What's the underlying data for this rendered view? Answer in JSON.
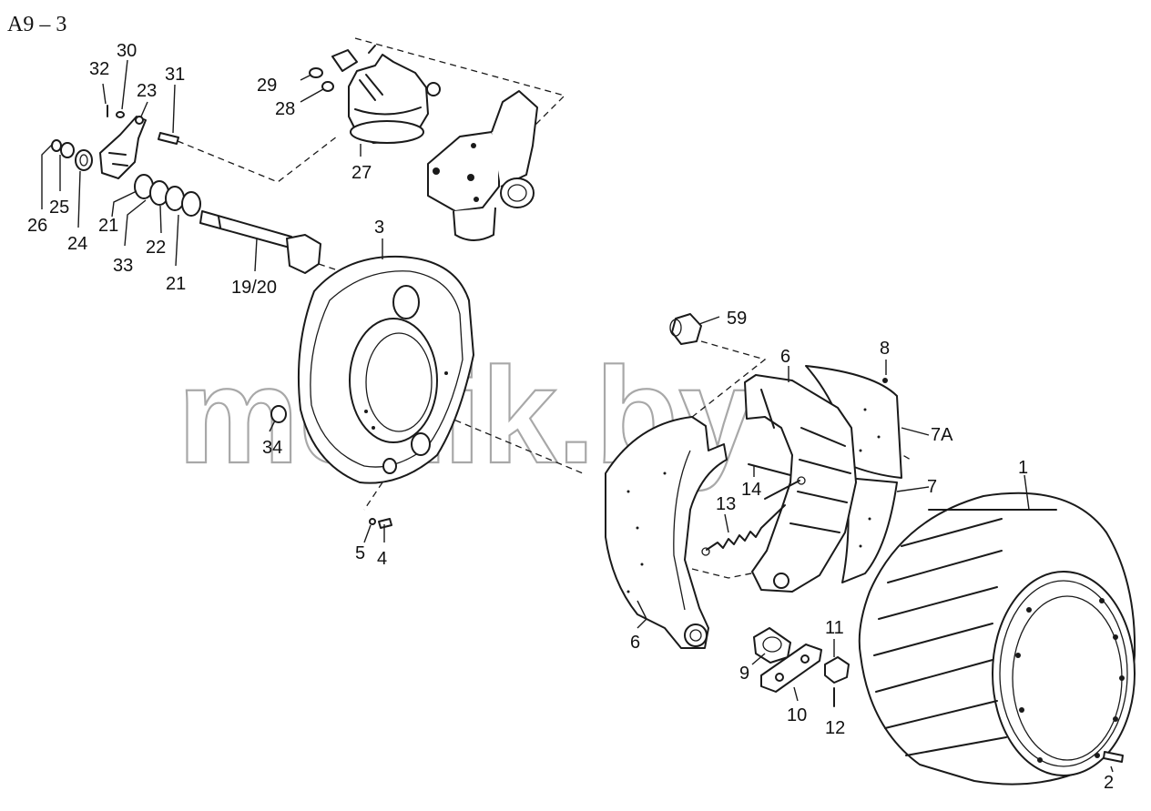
{
  "sheet_id": "A9 – 3",
  "watermark": "mezik.by",
  "callouts": {
    "c1": "1",
    "c2": "2",
    "c3": "3",
    "c4": "4",
    "c5": "5",
    "c6a": "6",
    "c6b": "6",
    "c7": "7",
    "c7a": "7A",
    "c8": "8",
    "c9": "9",
    "c10": "10",
    "c11": "11",
    "c12": "12",
    "c13": "13",
    "c14": "14",
    "c1920": "19/20",
    "c21a": "21",
    "c21b": "21",
    "c22": "22",
    "c23": "23",
    "c24": "24",
    "c25": "25",
    "c26": "26",
    "c27": "27",
    "c28": "28",
    "c29": "29",
    "c30": "30",
    "c31": "31",
    "c32": "32",
    "c33": "33",
    "c34": "34",
    "c59": "59"
  },
  "icons": {
    "part_outline": "technical-line-art"
  }
}
